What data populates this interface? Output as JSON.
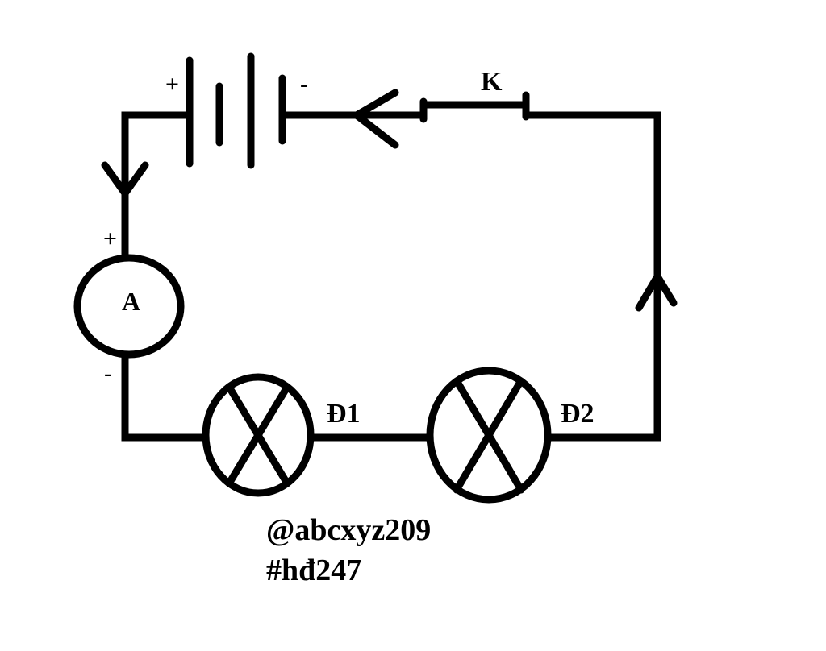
{
  "diagram": {
    "battery": {
      "plus": "+",
      "minus": "-"
    },
    "switch": {
      "label": "K"
    },
    "ammeter": {
      "label": "A",
      "plus": "+",
      "minus": "-"
    },
    "lamps": [
      {
        "label": "Đ1"
      },
      {
        "label": "Đ2"
      }
    ],
    "credits": [
      "@abcxyz209",
      "#hđ247"
    ],
    "colors": {
      "stroke": "#000000",
      "background": "#ffffff"
    }
  }
}
